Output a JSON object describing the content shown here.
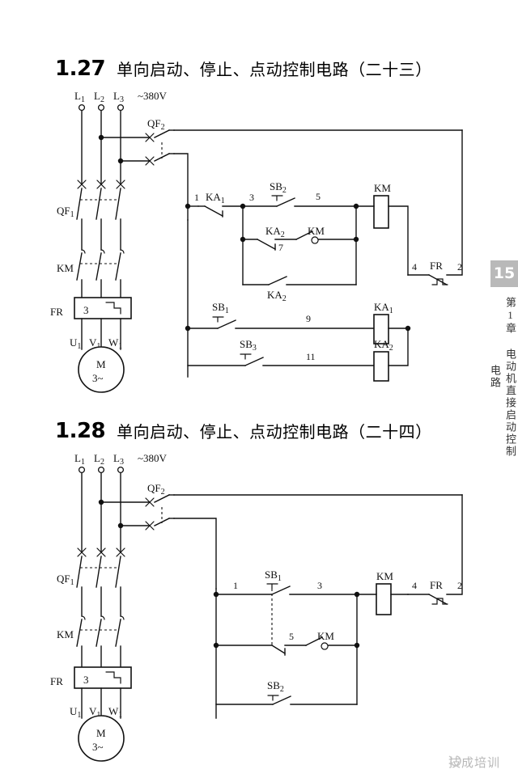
{
  "page": {
    "number": "15",
    "chapter_vertical": "第1章 电动机直接启动控制电路",
    "watermark": "技成培训"
  },
  "figures": [
    {
      "id": "1.27",
      "number": "1.27",
      "title": "单向启动、停止、点动控制电路（二十三）",
      "supply": {
        "l1": "L",
        "l1sub": "1",
        "l2": "L",
        "l2sub": "2",
        "l3": "L",
        "l3sub": "3",
        "voltage": "~380V"
      },
      "power": {
        "breaker": "QF",
        "breaker_sub": "1",
        "contactor": "KM",
        "overload": "FR",
        "overload_value": "3",
        "motor_terms": [
          "U",
          "V",
          "W"
        ],
        "motor_term_sub": "1",
        "motor_label": "M",
        "motor_phase": "3~"
      },
      "control_breaker": {
        "label": "QF",
        "sub": "2"
      },
      "control": {
        "nodes": [
          "1",
          "3",
          "5",
          "7",
          "9",
          "11",
          "4",
          "2"
        ],
        "contacts": [
          {
            "name": "KA",
            "sub": "1",
            "type": "nc",
            "rung": "top"
          },
          {
            "name": "SB",
            "sub": "2",
            "type": "no-button",
            "rung": "top"
          },
          {
            "name": "KA",
            "sub": "2",
            "type": "nc",
            "rung": "mid"
          },
          {
            "name": "KM",
            "sub": "",
            "type": "no",
            "rung": "mid"
          },
          {
            "name": "KA",
            "sub": "2",
            "type": "no",
            "rung": "mid-lower"
          },
          {
            "name": "SB",
            "sub": "1",
            "type": "no-button",
            "rung": "rung9"
          },
          {
            "name": "SB",
            "sub": "3",
            "type": "no-button",
            "rung": "rung11"
          },
          {
            "name": "FR",
            "sub": "",
            "type": "nc-thermal",
            "rung": "return"
          }
        ],
        "coils": [
          {
            "name": "KM",
            "sub": ""
          },
          {
            "name": "KA",
            "sub": "1"
          },
          {
            "name": "KA",
            "sub": "2"
          }
        ]
      }
    },
    {
      "id": "1.28",
      "number": "1.28",
      "title": "单向启动、停止、点动控制电路（二十四）",
      "supply": {
        "l1": "L",
        "l1sub": "1",
        "l2": "L",
        "l2sub": "2",
        "l3": "L",
        "l3sub": "3",
        "voltage": "~380V"
      },
      "power": {
        "breaker": "QF",
        "breaker_sub": "1",
        "contactor": "KM",
        "overload": "FR",
        "overload_value": "3",
        "motor_terms": [
          "U",
          "V",
          "W"
        ],
        "motor_term_sub": "1",
        "motor_label": "M",
        "motor_phase": "3~"
      },
      "control_breaker": {
        "label": "QF",
        "sub": "2"
      },
      "control": {
        "nodes": [
          "1",
          "3",
          "5",
          "4",
          "2"
        ],
        "contacts": [
          {
            "name": "SB",
            "sub": "1",
            "type": "no-button-linked",
            "rung": "top"
          },
          {
            "name": "SB",
            "sub": "1",
            "type": "nc-linked",
            "rung": "mid"
          },
          {
            "name": "KM",
            "sub": "",
            "type": "no",
            "rung": "mid"
          },
          {
            "name": "SB",
            "sub": "2",
            "type": "no-button",
            "rung": "bottom"
          },
          {
            "name": "FR",
            "sub": "",
            "type": "nc-thermal",
            "rung": "return"
          }
        ],
        "coils": [
          {
            "name": "KM",
            "sub": ""
          }
        ]
      }
    }
  ]
}
